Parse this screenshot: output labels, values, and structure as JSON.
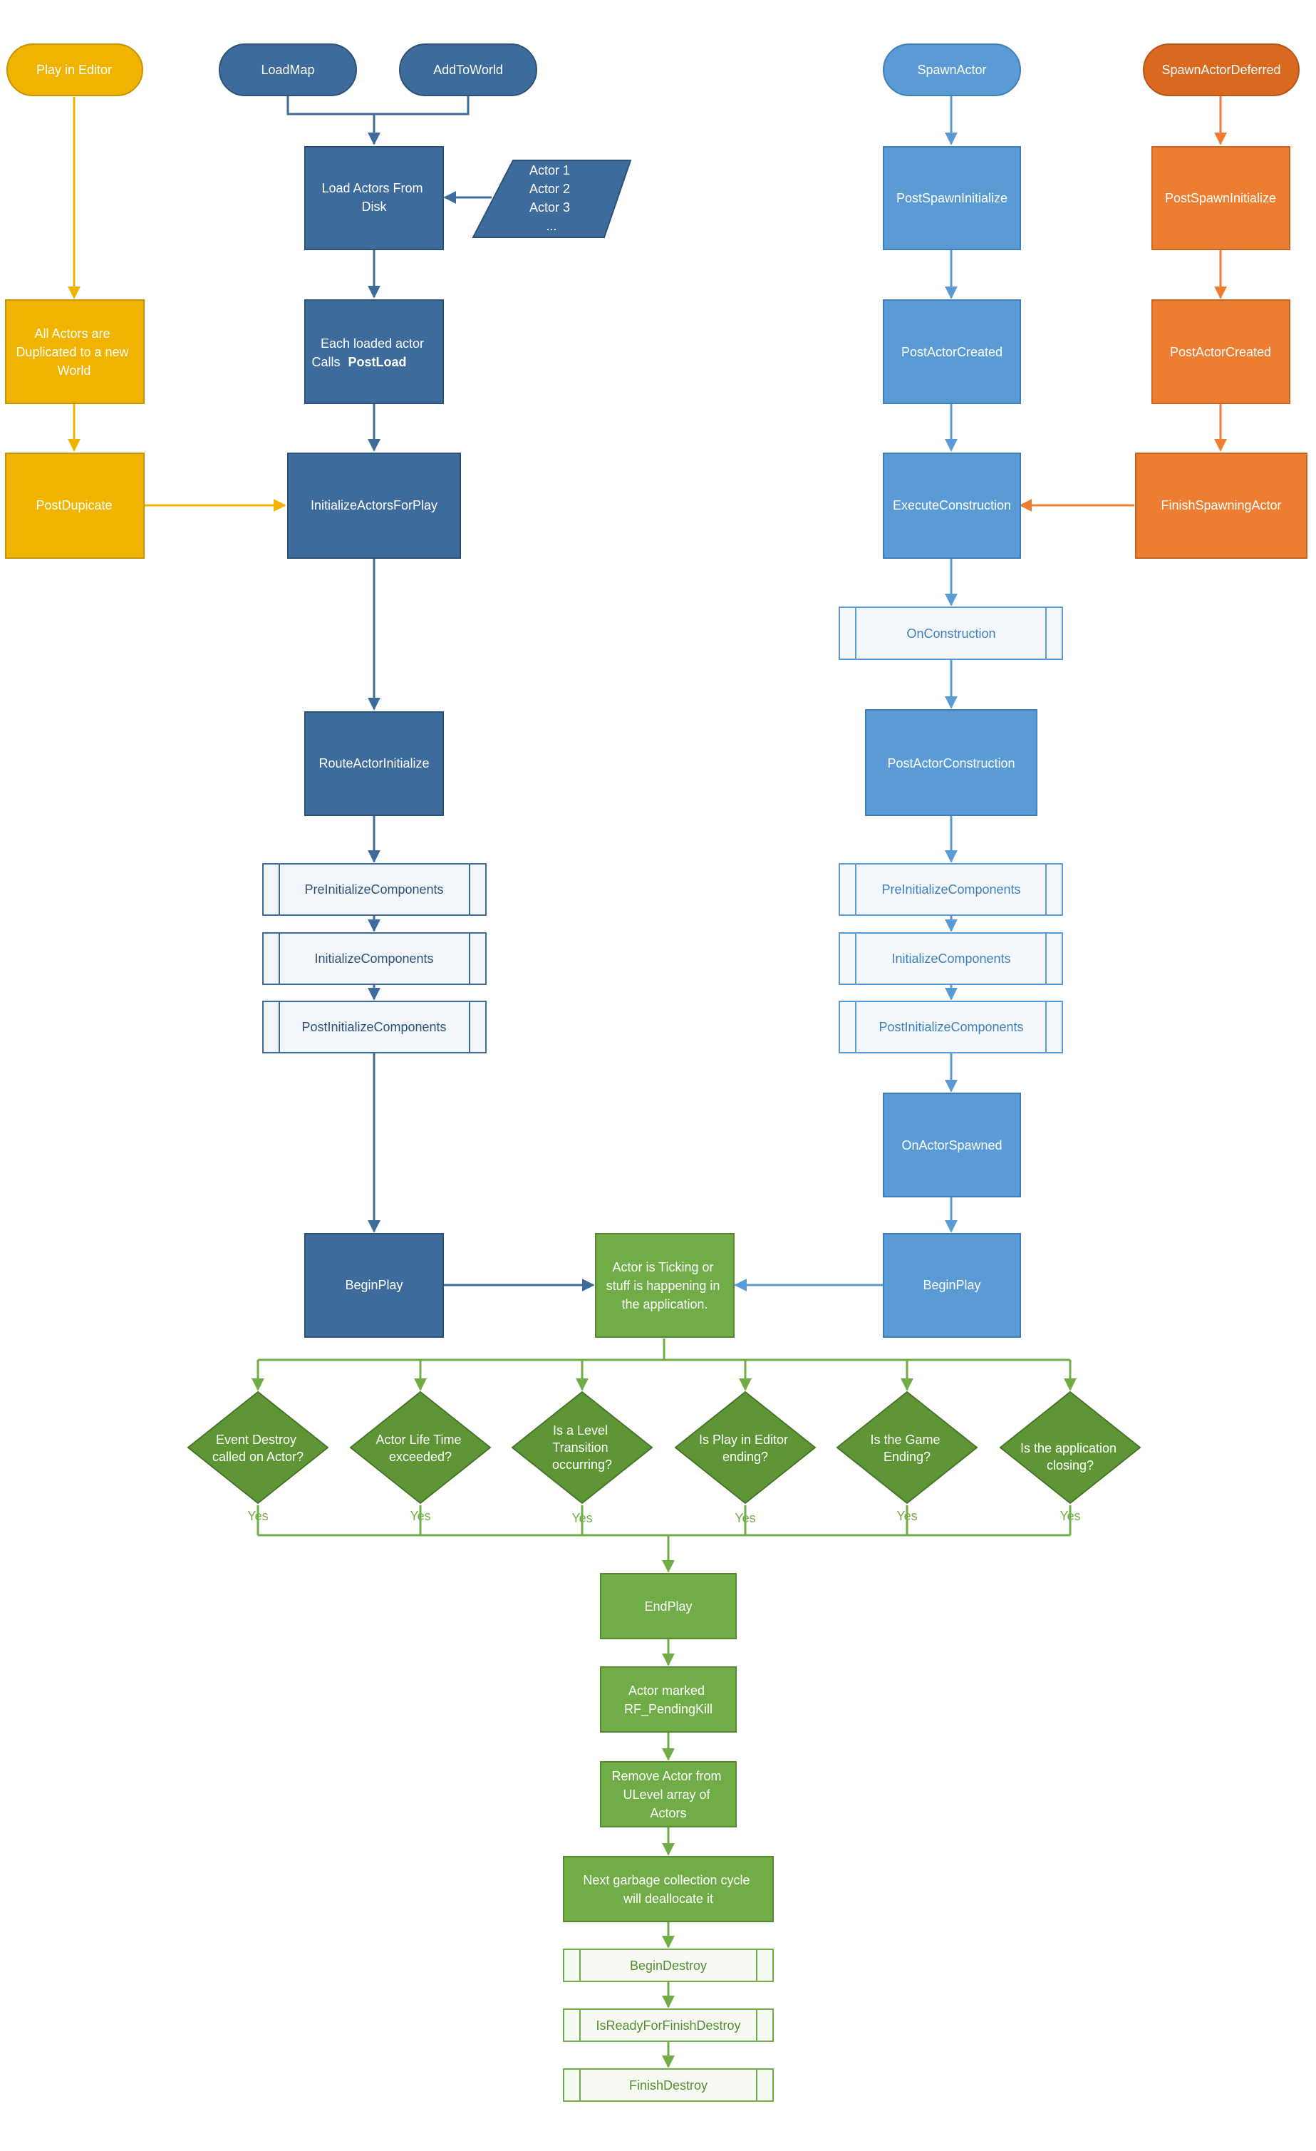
{
  "colors": {
    "dark_blue": "#3d6b9c",
    "light_blue": "#5b9bd5",
    "orange": "#ed7d31",
    "yellow": "#f0b400",
    "green": "#70ad47"
  },
  "nodes": {
    "play_in_editor": "Play in Editor",
    "load_map": "LoadMap",
    "add_to_world": "AddToWorld",
    "spawn_actor": "SpawnActor",
    "spawn_actor_deferred": "SpawnActorDeferred",
    "load_actors_from_disk": [
      "Load Actors From",
      "Disk"
    ],
    "actor_list": [
      "Actor 1",
      "Actor 2",
      "Actor 3",
      "..."
    ],
    "all_actors_duplicated": [
      "All Actors are",
      "Duplicated to a new",
      "World"
    ],
    "each_loaded_actor": [
      "Each loaded actor",
      "Calls",
      "PostLoad"
    ],
    "post_dupicate": "PostDupicate",
    "initialize_actors_for_play": "InitializeActorsForPlay",
    "route_actor_initialize": "RouteActorInitialize",
    "left_pre_initialize_components": "PreInitializeComponents",
    "left_initialize_components": "InitializeComponents",
    "left_post_initialize_components": "PostInitializeComponents",
    "left_begin_play": "BeginPlay",
    "post_spawn_initialize": "PostSpawnInitialize",
    "post_actor_created": "PostActorCreated",
    "execute_construction": "ExecuteConstruction",
    "on_construction": "OnConstruction",
    "post_actor_construction": "PostActorConstruction",
    "right_pre_initialize_components": "PreInitializeComponents",
    "right_initialize_components": "InitializeComponents",
    "right_post_initialize_components": "PostInitializeComponents",
    "on_actor_spawned": "OnActorSpawned",
    "right_begin_play": "BeginPlay",
    "deferred_post_spawn_initialize": "PostSpawnInitialize",
    "deferred_post_actor_created": "PostActorCreated",
    "finish_spawning_actor": "FinishSpawningActor",
    "actor_is_ticking": [
      "Actor is Ticking or",
      "stuff is happening in",
      "the application."
    ],
    "decisions": [
      [
        "Event Destroy",
        "called on Actor?"
      ],
      [
        "Actor Life Time",
        "exceeded?"
      ],
      [
        "Is a Level",
        "Transition",
        "occurring?"
      ],
      [
        "Is Play in Editor",
        "ending?"
      ],
      [
        "Is the Game",
        "Ending?"
      ],
      [
        "Is the application",
        "closing?"
      ]
    ],
    "yes_label": "Yes",
    "end_play": "EndPlay",
    "actor_marked": [
      "Actor marked",
      "RF_PendingKill"
    ],
    "remove_actor": [
      "Remove Actor from",
      "ULevel array of",
      "Actors"
    ],
    "next_gc": [
      "Next garbage collection cycle",
      "will deallocate it"
    ],
    "begin_destroy": "BeginDestroy",
    "is_ready_for_finish_destroy": "IsReadyForFinishDestroy",
    "finish_destroy": "FinishDestroy"
  }
}
